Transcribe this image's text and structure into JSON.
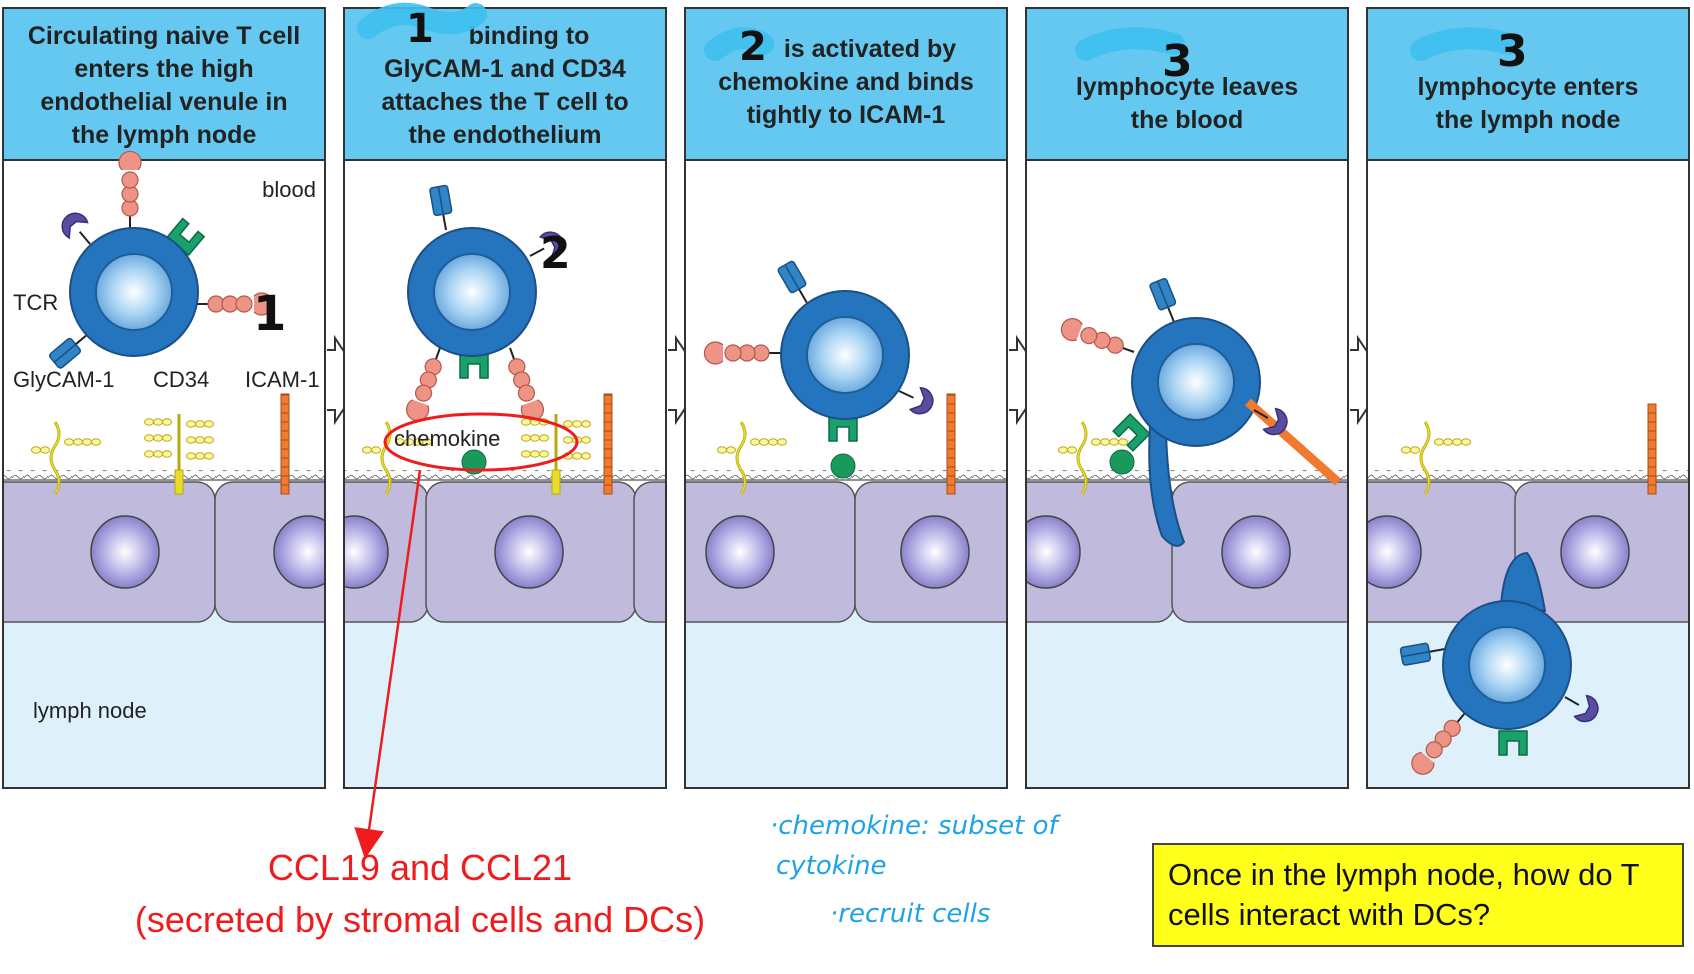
{
  "panels": [
    {
      "title_lines": [
        "Circulating naive T cell",
        "enters the high",
        "endothelial venule in",
        "the lymph node"
      ]
    },
    {
      "title_lines": [
        "binding to",
        "GlyCAM-1 and CD34",
        "attaches the T cell to",
        "the endothelium"
      ]
    },
    {
      "title_lines": [
        "is activated by",
        "chemokine and binds",
        "tightly to ICAM-1"
      ]
    },
    {
      "title_lines": [
        "lymphocyte leaves",
        "the blood"
      ]
    },
    {
      "title_lines": [
        "lymphocyte enters",
        "the lymph node"
      ]
    }
  ],
  "labels": {
    "blood": "blood",
    "tcr": "TCR",
    "glycam": "GlyCAM-1",
    "cd34": "CD34",
    "icam": "ICAM-1",
    "lymph_node": "lymph node",
    "chemokine": "chemokine"
  },
  "handwritten": {
    "n1": "1",
    "n2": "2",
    "n3": "3",
    "note_line1": "·chemokine: subset of",
    "note_line2": "cytokine",
    "note_line3": "·recruit cells"
  },
  "red_note": {
    "line1": "CCL19 and CCL21",
    "line2": "(secreted by stromal cells and DCs)"
  },
  "question": "Once in the lymph node, how do T cells interact with DCs?",
  "colors": {
    "header": "#64c8f0",
    "endothelium": "#c0badd",
    "lymph": "#def1fb",
    "cell": "#2475be",
    "tcr": "#2f85c5",
    "selectin": "#5a4da0",
    "lfa": "#ee9486",
    "chemokine_receptor": "#1aa06a",
    "icam": "#ef7a30",
    "glycam": "#e8dc28",
    "highlight": "#ee1c1c"
  }
}
